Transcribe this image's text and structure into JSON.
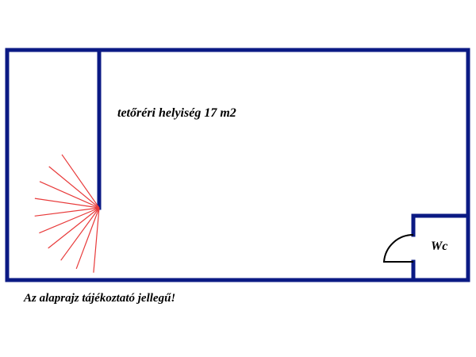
{
  "plan": {
    "room_label": "tetőréri helyiség 17 m2",
    "wc_label": "Wc",
    "disclaimer": "Az alaprajz tájékoztató jellegű!"
  },
  "colors": {
    "wall": "#0b1a84",
    "stair": "#e83a3a",
    "door": "#000000",
    "text": "#000000"
  },
  "stair_step_count": 10
}
